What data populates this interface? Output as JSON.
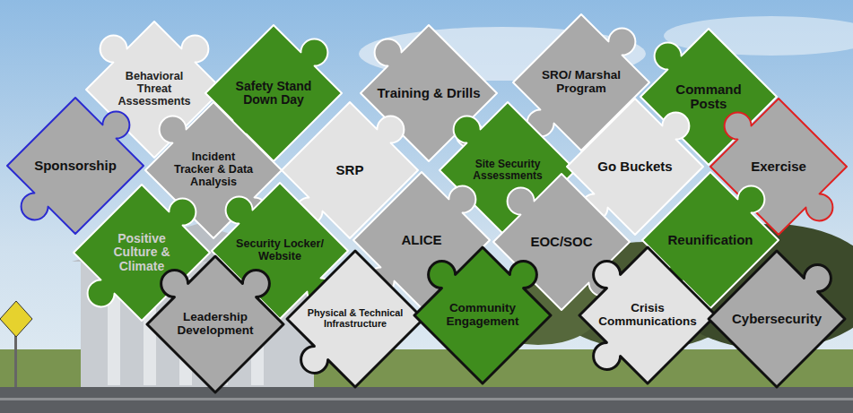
{
  "diagram": {
    "nodes": [
      {
        "text": [
          "Behavioral Threat Assessments"
        ]
      },
      {
        "text": [
          "Safety Stand Down Day"
        ]
      },
      {
        "text": [
          "Training & Drills"
        ]
      },
      {
        "text": [
          "SRO/ Marshal Program"
        ]
      },
      {
        "text": [
          "Command Posts"
        ]
      },
      {
        "text": [
          "Sponsorship"
        ]
      },
      {
        "text": [
          "Incident Tracker & Data Analysis"
        ]
      },
      {
        "text": [
          "SRP"
        ]
      },
      {
        "text": [
          "Site Security Assessments"
        ]
      },
      {
        "text": [
          "Go Buckets"
        ]
      },
      {
        "text": [
          "Exercise"
        ]
      },
      {
        "text": [
          "Positive Culture & Climate"
        ]
      },
      {
        "text": [
          "Security Locker/ Website"
        ]
      },
      {
        "text": [
          "ALICE"
        ]
      },
      {
        "text": [
          "EOC/SOC"
        ]
      },
      {
        "text": [
          "Reunification"
        ]
      },
      {
        "text": [
          "Leadership Development"
        ]
      },
      {
        "text": [
          "Physical & Technical Infrastructure"
        ]
      },
      {
        "text": [
          "Community Engagement"
        ]
      },
      {
        "text": [
          "Crisis Communications"
        ]
      },
      {
        "text": [
          "Cybersecurity"
        ]
      }
    ]
  }
}
